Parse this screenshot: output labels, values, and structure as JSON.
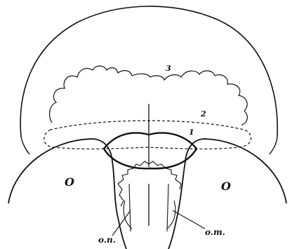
{
  "colors": {
    "ink": "#111111",
    "paper": "#ffffff"
  },
  "labels": {
    "region_1": "1",
    "region_2": "2",
    "region_3": "3",
    "orbit_left": "O",
    "orbit_right": "O",
    "nerve_left": "o.n.",
    "nerve_right": "o.m."
  }
}
